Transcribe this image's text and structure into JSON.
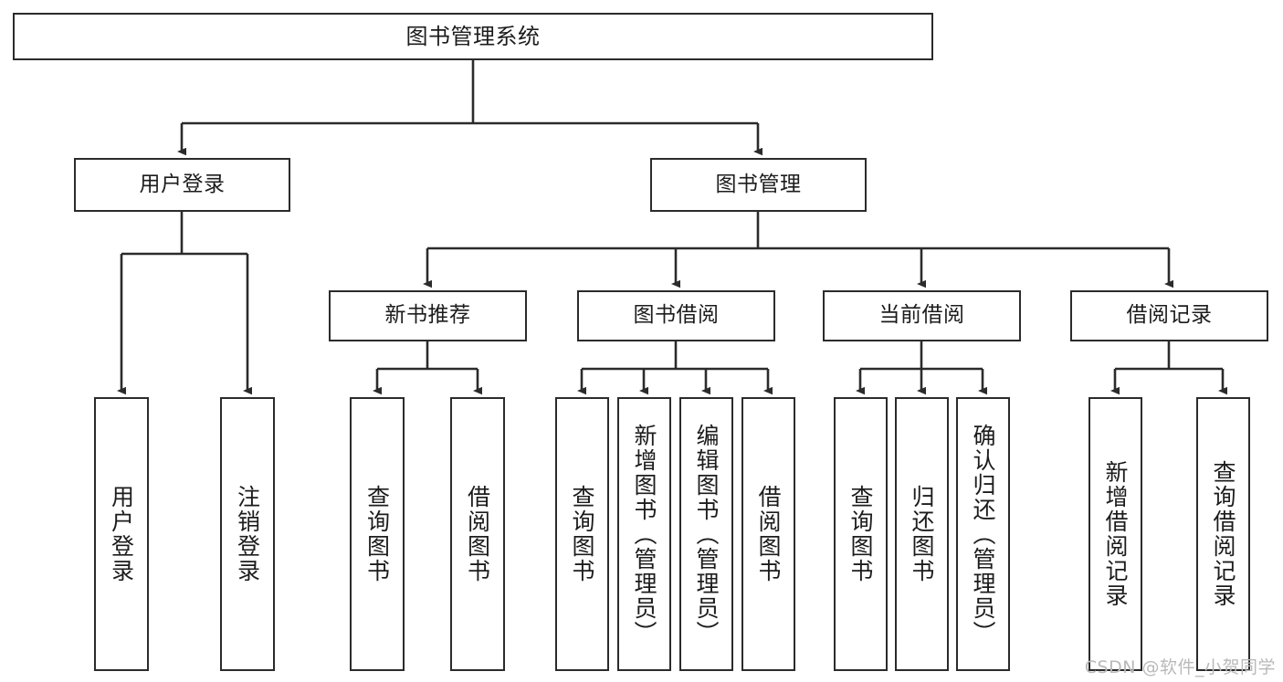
{
  "diagram": {
    "title_node": {
      "label": "图书管理系统"
    },
    "level2": [
      {
        "id": "user-login",
        "label": "用户登录"
      },
      {
        "id": "book-management",
        "label": "图书管理"
      }
    ],
    "level3": [
      {
        "id": "new-book-recommend",
        "label": "新书推荐"
      },
      {
        "id": "book-borrow",
        "label": "图书借阅"
      },
      {
        "id": "current-borrow",
        "label": "当前借阅"
      },
      {
        "id": "borrow-record",
        "label": "借阅记录"
      }
    ],
    "leaves": [
      {
        "id": "leaf-user-login",
        "label": "用户登录"
      },
      {
        "id": "leaf-logout-login",
        "label": "注销登录"
      },
      {
        "id": "leaf-query-book-1",
        "label": "查询图书"
      },
      {
        "id": "leaf-borrow-book-1",
        "label": "借阅图书"
      },
      {
        "id": "leaf-query-book-2",
        "label": "查询图书"
      },
      {
        "id": "leaf-add-book",
        "label": "新增图书（管理员）"
      },
      {
        "id": "leaf-edit-book",
        "label": "编辑图书（管理员）"
      },
      {
        "id": "leaf-borrow-book-2",
        "label": "借阅图书"
      },
      {
        "id": "leaf-query-book-3",
        "label": "查询图书"
      },
      {
        "id": "leaf-return-book",
        "label": "归还图书"
      },
      {
        "id": "leaf-confirm-return",
        "label": "确认归还（管理员）"
      },
      {
        "id": "leaf-add-borrow-record",
        "label": "新增借阅记录"
      },
      {
        "id": "leaf-query-borrow-record",
        "label": "查询借阅记录"
      }
    ],
    "watermark": "CSDN @软件_小贺同学",
    "colors": {
      "stroke": "#2b2b2b",
      "fill": "#ffffff",
      "text": "#1c1c1c",
      "watermark": "#b9b9b9"
    }
  }
}
